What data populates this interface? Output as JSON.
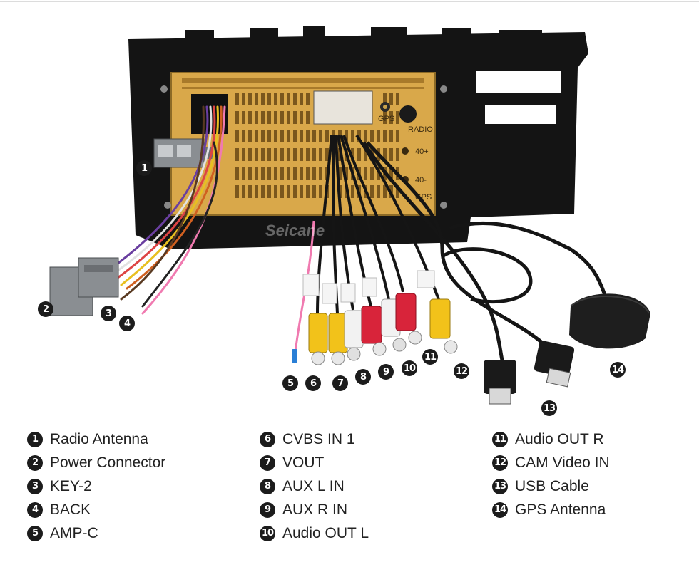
{
  "watermark": "Seicane",
  "port_labels": {
    "gps": "GPS",
    "radio": "RADIO",
    "p1": "40+",
    "p2": "40-",
    "gps2": "GPS"
  },
  "callouts": [
    {
      "n": "1"
    },
    {
      "n": "2"
    },
    {
      "n": "3"
    },
    {
      "n": "4"
    },
    {
      "n": "5"
    },
    {
      "n": "6"
    },
    {
      "n": "7"
    },
    {
      "n": "8"
    },
    {
      "n": "9"
    },
    {
      "n": "10"
    },
    {
      "n": "11"
    },
    {
      "n": "12"
    },
    {
      "n": "13"
    },
    {
      "n": "14"
    }
  ],
  "legend": {
    "col1": [
      {
        "num": "1",
        "label": "Radio Antenna"
      },
      {
        "num": "2",
        "label": "Power Connector"
      },
      {
        "num": "3",
        "label": "KEY-2"
      },
      {
        "num": "4",
        "label": "BACK"
      },
      {
        "num": "5",
        "label": "AMP-C"
      }
    ],
    "col2": [
      {
        "num": "6",
        "label": "CVBS IN 1"
      },
      {
        "num": "7",
        "label": "VOUT"
      },
      {
        "num": "8",
        "label": "AUX L IN"
      },
      {
        "num": "9",
        "label": "AUX R IN"
      },
      {
        "num": "10",
        "label": "Audio OUT L"
      }
    ],
    "col3": [
      {
        "num": "11",
        "label": "Audio OUT R"
      },
      {
        "num": "12",
        "label": "CAM Video IN"
      },
      {
        "num": "13",
        "label": "USB Cable"
      },
      {
        "num": "14",
        "label": "GPS Antenna"
      }
    ]
  },
  "colors": {
    "bezel": "#141414",
    "chassis": "#d9a84a",
    "connector_gray": "#8a8e92",
    "rca_yellow": "#f2c21a",
    "rca_red": "#d8243a",
    "rca_white": "#f2f2f2",
    "cable": "#151515"
  }
}
